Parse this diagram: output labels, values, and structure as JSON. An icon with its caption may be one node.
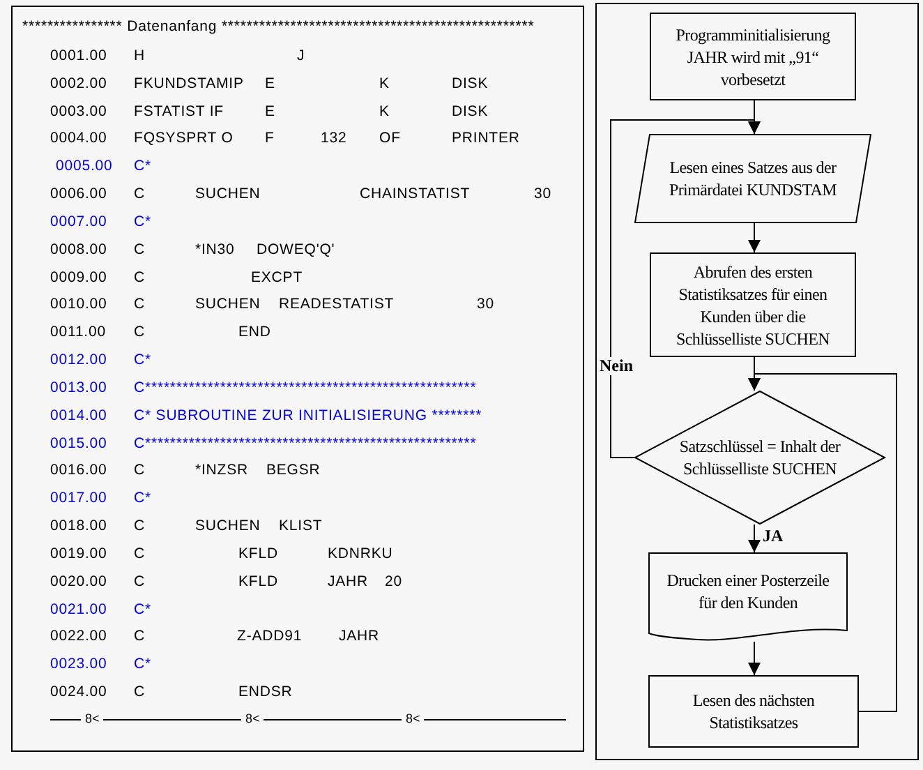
{
  "diagram": {
    "nodes": [
      {
        "text": [
          "Programminitialisierung JAHR wird mit „91“ vorbesetzt"
        ]
      },
      {
        "text": [
          "Lesen eines Satzes aus der Primärdatei KUNDSTAM"
        ]
      },
      {
        "text": [
          "Abrufen des ersten Statistiksatzes für einen Kunden über die Schlüsselliste SUCHEN"
        ]
      },
      {
        "text": [
          "Satzschlüssel = Inhalt der Schlüsselliste SUCHEN"
        ]
      },
      {
        "text": [
          "Drucken einer Posterzeile für den Kunden"
        ]
      },
      {
        "text": [
          "Lesen des nächsten Statistiksatzes"
        ]
      }
    ],
    "edges": [
      {
        "from": 0,
        "to": 1,
        "arrow": "to"
      },
      {
        "from": 1,
        "to": 2,
        "arrow": "to"
      },
      {
        "from": 2,
        "to": 3,
        "arrow": "to"
      },
      {
        "from": 3,
        "to": 4,
        "arrow": "to",
        "label": "JA"
      },
      {
        "from": 4,
        "to": 5,
        "arrow": "to"
      },
      {
        "from": 5,
        "to": 3,
        "arrow": "to"
      },
      {
        "from": 3,
        "to": 1,
        "arrow": "to",
        "label": "Nein"
      }
    ],
    "labels": [
      "**************** Datenanfang **************************************************",
      "0001.00",
      "H",
      "J",
      "0002.00",
      "FKUNDSTAMIP",
      "E",
      "K",
      "DISK",
      "0003.00",
      "FSTATIST IF",
      "E",
      "K",
      "DISK",
      "0004.00",
      "FQSYSPRT O",
      "F",
      "132",
      "OF",
      "PRINTER",
      "0005.00",
      "C*",
      "0006.00",
      "C",
      "SUCHEN",
      "CHAINSTATIST",
      "30",
      "0007.00",
      "C*",
      "0008.00",
      "C",
      "*IN30",
      "DOWEQ'Q'",
      "0009.00",
      "C",
      "EXCPT",
      "0010.00",
      "C",
      "SUCHEN",
      "READESTATIST",
      "30",
      "0011.00",
      "C",
      "END",
      "0012.00",
      "C*",
      "0013.00",
      "C*****************************************************",
      "0014.00",
      "C* SUBROUTINE ZUR INITIALISIERUNG ********",
      "0015.00",
      "C*****************************************************",
      "0016.00",
      "C",
      "*INZSR",
      "BEGSR",
      "0017.00",
      "C*",
      "0018.00",
      "C",
      "SUCHEN",
      "KLIST",
      "0019.00",
      "C",
      "KFLD",
      "KDNRKU",
      "0020.00",
      "C",
      "KFLD",
      "JAHR",
      "20",
      "0021.00",
      "C*",
      "0022.00",
      "C",
      "Z-ADD91",
      "JAHR",
      "0023.00",
      "C*",
      "0024.00",
      "C",
      "ENDSR",
      "8<",
      "8<",
      "8<"
    ]
  }
}
